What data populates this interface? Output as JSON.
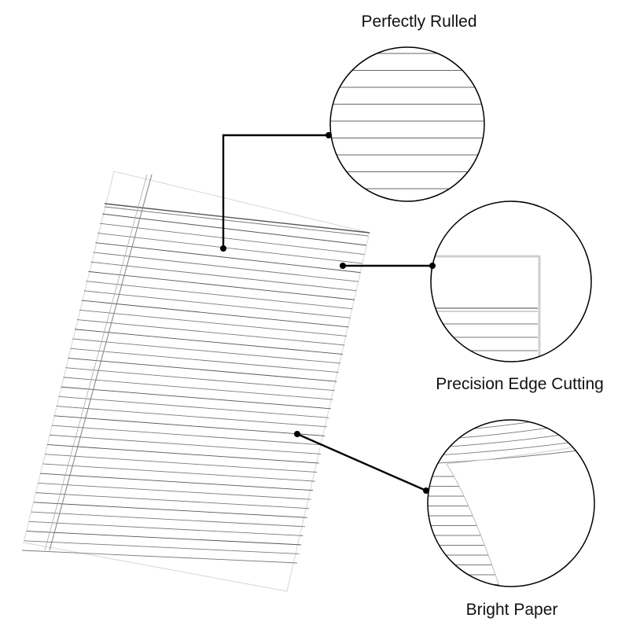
{
  "callouts": {
    "perfectly_rulled": {
      "label": "Perfectly Rulled"
    },
    "precision_edge_cutting": {
      "label": "Precision Edge Cutting"
    },
    "bright_paper": {
      "label": "Bright Paper"
    }
  },
  "colors": {
    "rule_line": "#7a7a7a",
    "margin_line": "#9a9a9a",
    "paper_edge": "#cfcfcf",
    "leader": "#000000",
    "circle_stroke": "#000000"
  }
}
